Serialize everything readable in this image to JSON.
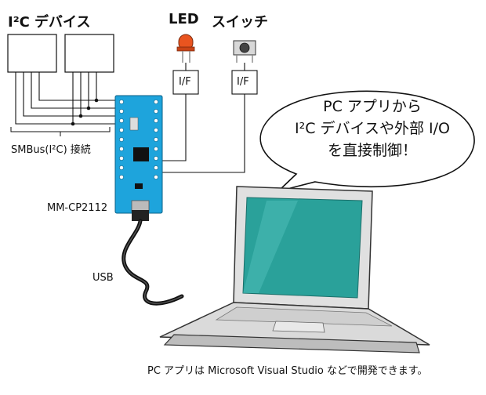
{
  "labels": {
    "i2c_devices": "I²C デバイス",
    "led": "LED",
    "switch": "スイッチ",
    "if_left": "I/F",
    "if_right": "I/F",
    "smbus": "SMBus(I²C) 接続",
    "module": "MM-CP2112",
    "usb": "USB"
  },
  "bubble": {
    "line1": "PC アプリから",
    "line2": "I²C デバイスや外部 I/O",
    "line3": "を直接制御！"
  },
  "caption": "PC アプリは Microsoft Visual Studio などで開発できます。",
  "colors": {
    "board": "#1ea4dc",
    "screen": "#2aa19a",
    "led_red": "#e9541f",
    "line": "#111111"
  }
}
